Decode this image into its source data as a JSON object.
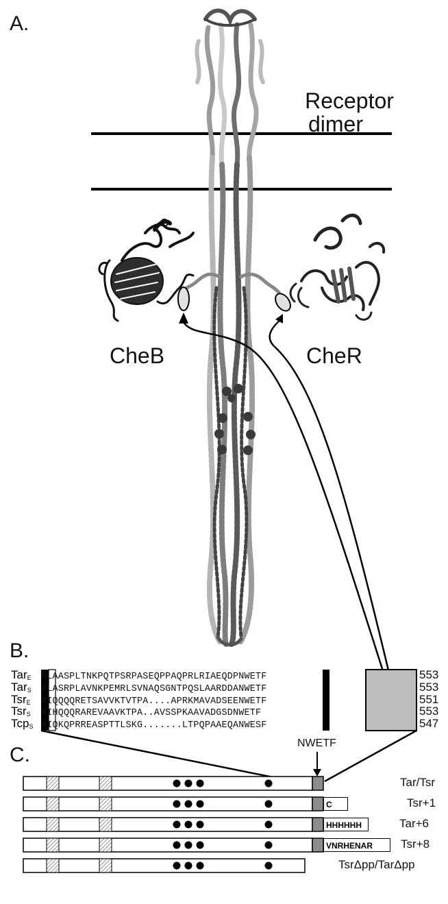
{
  "panels": {
    "a": "A.",
    "b": "B.",
    "c": "C."
  },
  "panel_a": {
    "receptor_label_line1": "Receptor",
    "receptor_label_line2": "dimer",
    "cheb": "CheB",
    "cher": "CheR"
  },
  "panel_b": {
    "rows": [
      {
        "name": "Tar",
        "sub": "E",
        "seq": "RLAASPLTNKPQTPSRPASEQPPAQPRLRIAEQDPNWETF",
        "num": "553"
      },
      {
        "name": "Tar",
        "sub": "S",
        "seq": "RLASRPLAVNKPEMRLSVNAQSGNTPQSLAARDDANWETF",
        "num": "553"
      },
      {
        "name": "Tsr",
        "sub": "E",
        "seq": "RIQQQQRETSAVVKTVTPA....APRKMAVADSEENWETF",
        "num": "551"
      },
      {
        "name": "Tsr",
        "sub": "S",
        "seq": "RIHQQQRAREVAAVKTPA..AVSSPKAAVADGSDNWETF",
        "num": "553"
      },
      {
        "name": "Tcp",
        "sub": "S",
        "seq": "RIQKQPRREASPTTLSKG.......LTPQPAAEQANWESF",
        "num": "547"
      }
    ]
  },
  "panel_c": {
    "nwetf_label": "NWETF",
    "constructs": [
      {
        "label": "Tar/Tsr",
        "suffix": ""
      },
      {
        "label": "Tsr+1",
        "suffix": "C"
      },
      {
        "label": "Tar+6",
        "suffix": "HHHHHH"
      },
      {
        "label": "Tsr+8",
        "suffix": "VNRHENAR"
      },
      {
        "label": "TsrΔpp/TarΔpp",
        "suffix": ""
      }
    ]
  },
  "colors": {
    "ink": "#111111",
    "helix_light": "#bdbdbd",
    "helix_mid": "#8a8a8a",
    "helix_dark": "#3c3c3c",
    "highlight_black": "#000000",
    "highlight_grey": "#9a9a9a",
    "nwetf_box": "#8c8c8c",
    "hatch": "#777777"
  }
}
